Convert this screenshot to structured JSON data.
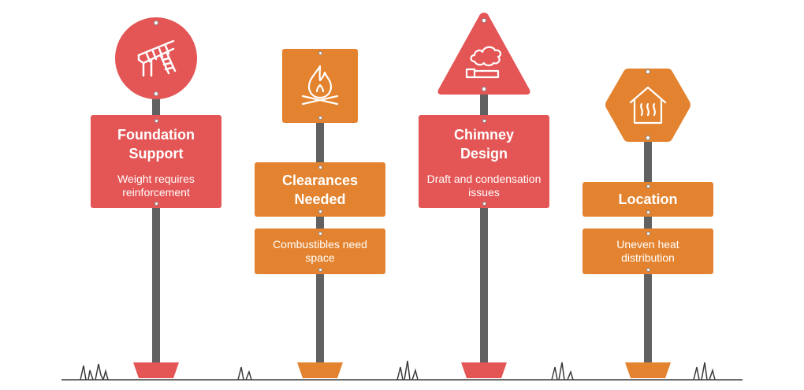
{
  "colors": {
    "red": "#e45555",
    "orange": "#e3832f",
    "pole": "#616161",
    "ground": "#3a3a3a"
  },
  "signs": [
    {
      "title": "Foundation Support",
      "description": "Weight requires reinforcement",
      "icon": "staircase-icon",
      "color": "red"
    },
    {
      "title": "Clearances Needed",
      "description": "Combustibles need space",
      "icon": "flame-icon",
      "color": "orange"
    },
    {
      "title": "Chimney Design",
      "description": "Draft and condensation issues",
      "icon": "chimney-smoke-icon",
      "color": "red"
    },
    {
      "title": "Location",
      "description": "Uneven heat distribution",
      "icon": "house-heat-icon",
      "color": "orange"
    }
  ]
}
